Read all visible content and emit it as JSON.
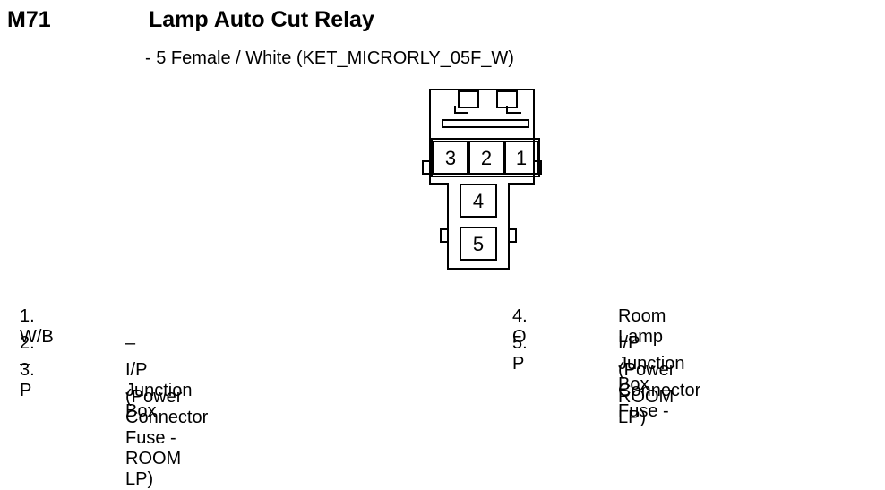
{
  "connector": {
    "code": "M71",
    "title": "Lamp Auto Cut Relay",
    "subtitle": "- 5 Female / White (KET_MICRORLY_05F_W)"
  },
  "diagram": {
    "pin_labels": [
      "1",
      "2",
      "3",
      "4",
      "5"
    ]
  },
  "pins": [
    {
      "num": "1. W/B",
      "desc": []
    },
    {
      "num": "2. –",
      "desc": [
        "–"
      ]
    },
    {
      "num": "3. P",
      "desc": [
        "I/P Junction Box",
        "(Power Connector Fuse - ROOM LP)"
      ]
    },
    {
      "num": "4. O",
      "desc": [
        "Room Lamp"
      ]
    },
    {
      "num": "5. P",
      "desc": [
        "I/P Junction Box",
        "(Power Connector Fuse -",
        "ROOM LP)"
      ]
    }
  ]
}
